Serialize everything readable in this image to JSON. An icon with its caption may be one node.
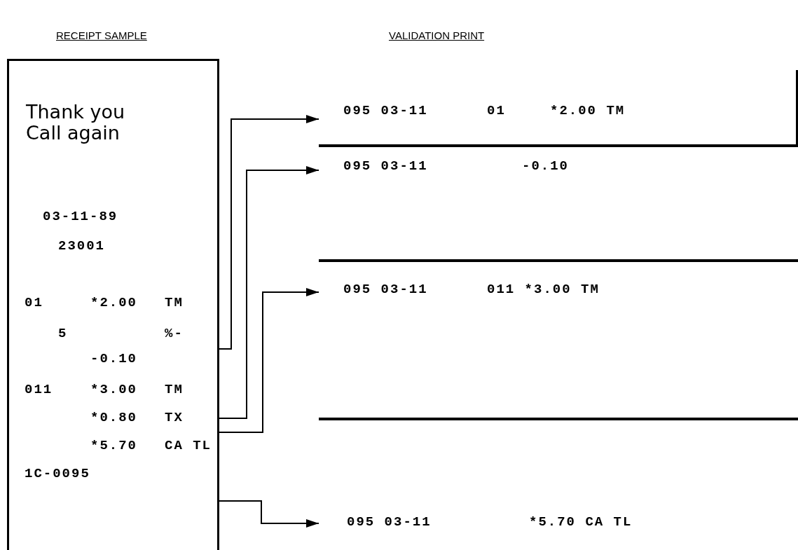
{
  "diagram": {
    "nodes": [
      {
        "text": [
          "Thank you Call again",
          "03-11-89",
          "23001",
          "01",
          "*2.00",
          "TM",
          "5",
          "%-",
          "-0.10",
          "011",
          "*3.00",
          "TM",
          "*0.80",
          "TX",
          "*5.70",
          "CA TL",
          "1C-0095"
        ]
      },
      {
        "text": [
          "095 03-11",
          "01",
          "*2.00 TM"
        ]
      },
      {
        "text": [
          "095 03-11",
          "-0.10"
        ]
      },
      {
        "text": [
          "095 03-11",
          "011 *3.00 TM"
        ]
      },
      {
        "text": [
          "095 03-11",
          "*5.70 CA TL"
        ]
      }
    ],
    "edges": [
      {
        "from": 0,
        "to": 1,
        "arrow": "to"
      },
      {
        "from": 0,
        "to": 2,
        "arrow": "to"
      },
      {
        "from": 0,
        "to": 3,
        "arrow": "to"
      },
      {
        "from": 0,
        "to": 4,
        "arrow": "to"
      }
    ],
    "labels": [
      "RECEIPT SAMPLE",
      "VALIDATION PRINT"
    ]
  }
}
